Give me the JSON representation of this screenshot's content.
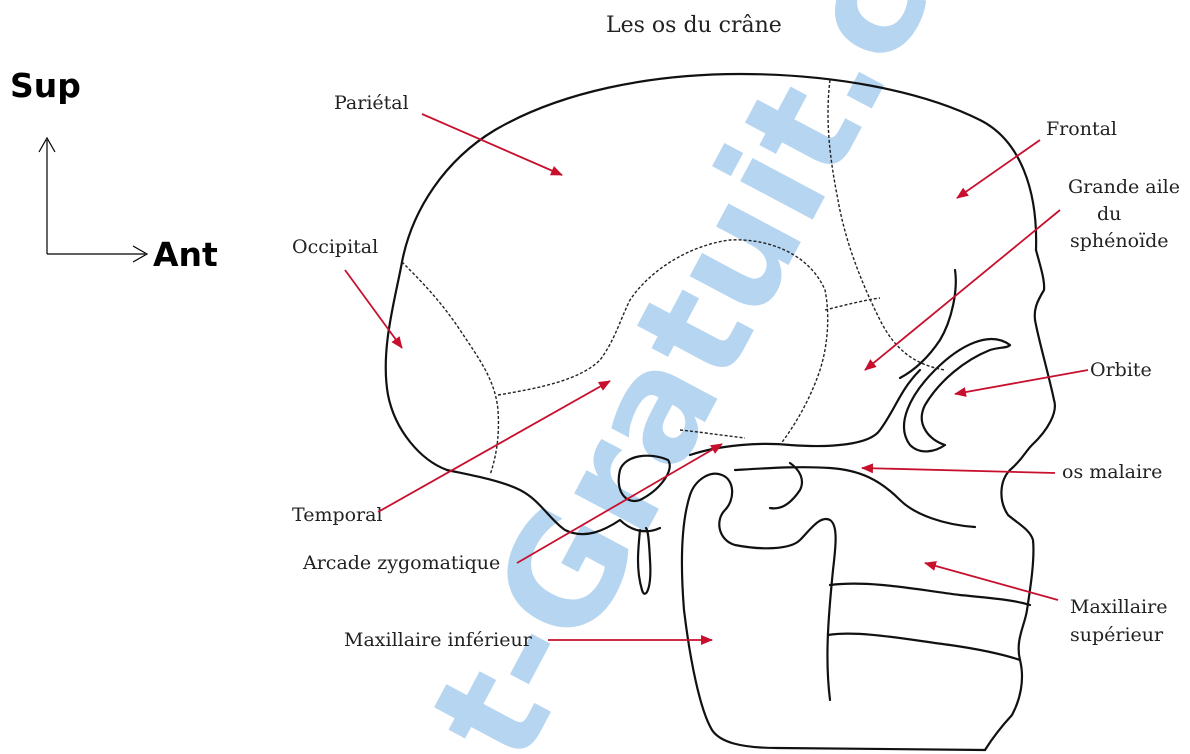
{
  "title": "Les os du crâne",
  "orientation": {
    "up": "Sup",
    "right": "Ant"
  },
  "labels": {
    "parietal": "Pariétal",
    "frontal": "Frontal",
    "grande_aile_1": "Grande aile",
    "grande_aile_2": "du",
    "grande_aile_3": "sphénoïde",
    "occipital": "Occipital",
    "orbite": "Orbite",
    "os_malaire": "os malaire",
    "temporal": "Temporal",
    "arcade": "Arcade zygomatique",
    "maxillaire_superieur_1": "Maxillaire",
    "maxillaire_superieur_2": "supérieur",
    "maxillaire_inferieur": "Maxillaire inférieur"
  },
  "watermark": "t-Gratuit.c",
  "colors": {
    "arrow": "#c8102e",
    "watermark": "#1f7fd6",
    "line": "#111111"
  }
}
